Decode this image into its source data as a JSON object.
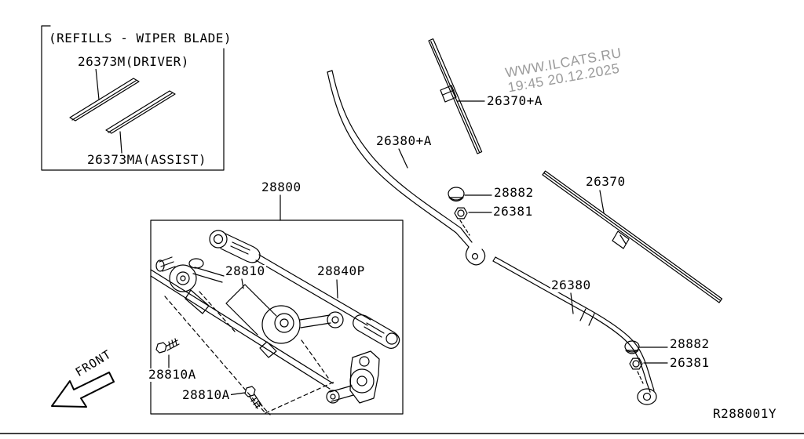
{
  "page": {
    "drawing_code": "R288001Y",
    "front_arrow_label": "FRONT",
    "watermark_line1": "WWW.ILCATS.RU",
    "watermark_line2": "19:45 20.12.2025",
    "line_color": "#000000",
    "watermark_color": "#9b9b9b",
    "background_color": "#ffffff"
  },
  "refills_box": {
    "title": "(REFILLS - WIPER BLADE)",
    "driver_refill": "26373M(DRIVER)",
    "assist_refill": "26373MA(ASSIST)"
  },
  "parts": {
    "wiper_drive_assembly": "28800",
    "wiper_motor": "28810",
    "linkage_rod": "28840P",
    "motor_bolt_1": "28810A",
    "motor_bolt_2": "28810A",
    "driver_arm": "26380+A",
    "driver_blade": "26370+A",
    "assist_blade": "26370",
    "assist_arm": "26380",
    "pivot_cap_1": "28882",
    "pivot_nut_1": "26381",
    "pivot_cap_2": "28882",
    "pivot_nut_2": "26381"
  }
}
